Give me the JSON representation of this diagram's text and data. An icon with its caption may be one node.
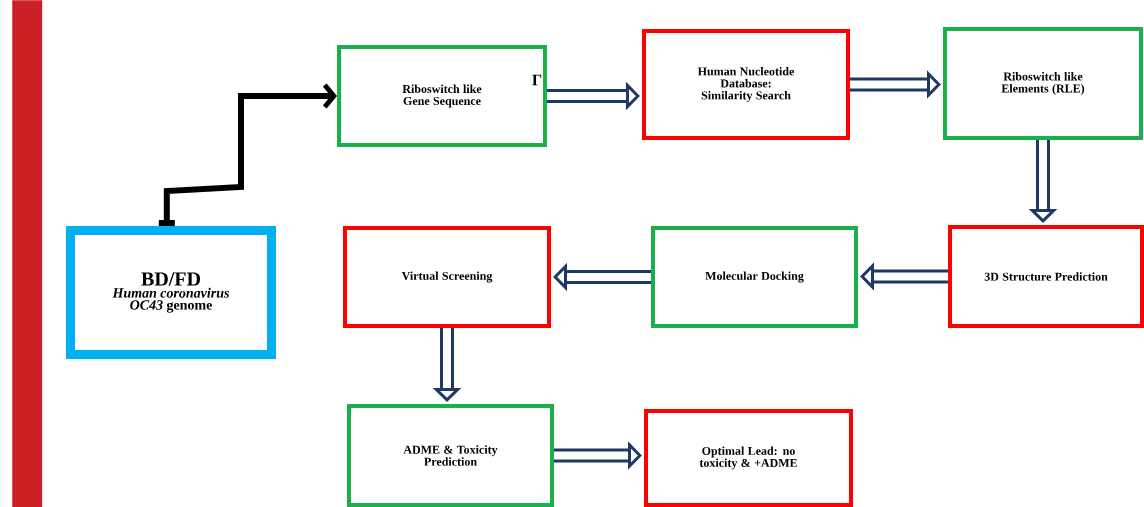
{
  "diagram": {
    "nodes": [
      {
        "text": [
          "BD/FD",
          "*Human coronavirus OC43* genome"
        ]
      },
      {
        "text": [
          "Riboswitch like Gene Sequence"
        ]
      },
      {
        "text": [
          "Human Nucleotide Database: Similarity Search"
        ]
      },
      {
        "text": [
          "Riboswitch like Elements (RLE)"
        ]
      },
      {
        "text": [
          "3D Structure Prediction"
        ]
      },
      {
        "text": [
          "Molecular Docking"
        ]
      },
      {
        "text": [
          "Virtual Screening"
        ]
      },
      {
        "text": [
          "ADME & Toxicity Prediction"
        ]
      },
      {
        "text": [
          "Optimal Lead: no toxicity & +ADME"
        ]
      },
      {
        "text": [],
        "shape": "bar"
      }
    ],
    "edges": [
      {
        "from": 0,
        "to": 1,
        "arrow": "to",
        "color": "#000000"
      },
      {
        "from": 1,
        "to": 2,
        "arrow": "to"
      },
      {
        "from": 2,
        "to": 3,
        "arrow": "to"
      },
      {
        "from": 3,
        "to": 4,
        "arrow": "to"
      },
      {
        "from": 4,
        "to": 5,
        "arrow": "to"
      },
      {
        "from": 5,
        "to": 6,
        "arrow": "to"
      },
      {
        "from": 6,
        "to": 7,
        "arrow": "to"
      },
      {
        "from": 7,
        "to": 8,
        "arrow": "to"
      }
    ],
    "labels": [
      "Γ"
    ]
  }
}
